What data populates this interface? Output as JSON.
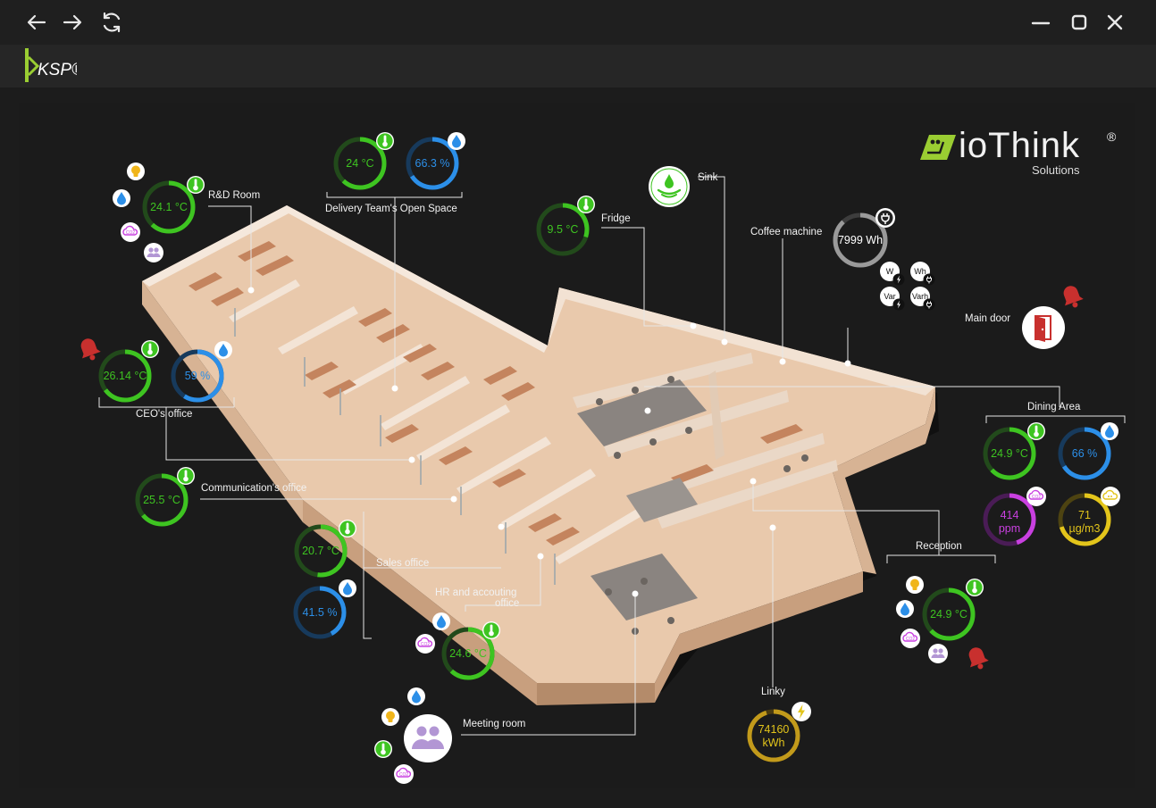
{
  "window": {
    "nav_icons": [
      "back-arrow-icon",
      "forward-arrow-icon",
      "refresh-icon"
    ],
    "control_icons": [
      "minimize-icon",
      "maximize-icon",
      "close-icon"
    ]
  },
  "app": {
    "logo_text": "KSP®"
  },
  "brand": {
    "name": "ioThink",
    "registered": "®",
    "tagline": "Solutions",
    "accent_color": "#9acd32"
  },
  "colors": {
    "temperature": "#3ec421",
    "humidity": "#2c8fe8",
    "co2": "#c940e0",
    "particles": "#e3c51b",
    "energy": "#c29a1b",
    "power": "#9a9a9a",
    "alarm": "#c8302e"
  },
  "rooms": {
    "rd": {
      "label": "R&D Room",
      "temperature": "24.1 °C",
      "temp_fill": 0.62
    },
    "delivery": {
      "label": "Delivery Team's Open Space",
      "temperature": "24 °C",
      "temp_fill": 0.62,
      "humidity": "66.3 %",
      "hum_fill": 0.66
    },
    "fridge": {
      "label": "Fridge",
      "temperature": "9.5 °C",
      "temp_fill": 0.3
    },
    "sink": {
      "label": "Sink"
    },
    "coffee": {
      "label": "Coffee machine",
      "energy": "7999 Wh",
      "energy_fill": 0.88,
      "sub_labels": [
        "W",
        "Wh",
        "Var",
        "Varh"
      ]
    },
    "main_door": {
      "label": "Main door"
    },
    "ceo": {
      "label": "CEO's office",
      "temperature": "26.14 °C",
      "temp_fill": 0.65,
      "humidity": "59 %",
      "hum_fill": 0.59
    },
    "dining": {
      "label": "Dining Area",
      "temperature": "24.9 °C",
      "temp_fill": 0.63,
      "humidity": "66 %",
      "hum_fill": 0.66,
      "co2": "414",
      "co2_unit": "ppm",
      "co2_fill": 0.45,
      "particles": "71",
      "particles_unit": "µg/m3",
      "particles_fill": 0.7
    },
    "communication": {
      "label": "Communication's office",
      "temperature": "25.5 °C",
      "temp_fill": 0.64
    },
    "sales": {
      "label": "Sales office",
      "temperature": "20.7 °C",
      "temp_fill": 0.52,
      "humidity": "41.5 %",
      "hum_fill": 0.42
    },
    "reception": {
      "label": "Reception",
      "temperature": "24.9 °C",
      "temp_fill": 0.63
    },
    "hr": {
      "label_line1": "HR and accouting",
      "label_line2": "office",
      "temperature": "24.6 °C",
      "temp_fill": 0.62
    },
    "meeting": {
      "label": "Meeting room"
    },
    "linky": {
      "label": "Linky",
      "energy_value": "74160",
      "energy_unit": "kWh",
      "energy_fill": 0.95
    }
  }
}
